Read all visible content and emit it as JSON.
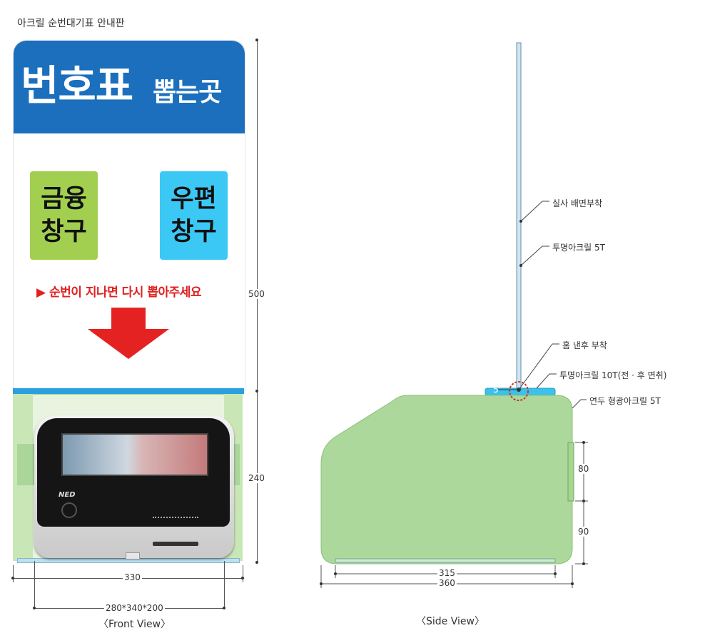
{
  "page_title": "아크릴 순번대기표 안내판",
  "front": {
    "sign_title_main": "번호표",
    "sign_title_sub": "뽑는곳",
    "windows": [
      {
        "line1": "금융",
        "line2": "창구",
        "color": "#a2cf50"
      },
      {
        "line1": "우편",
        "line2": "창구",
        "color": "#3cc8f4"
      }
    ],
    "notice": "▶ 순번이 지나면 다시 뽑아주세요",
    "header_color": "#1c6fbc",
    "arrow_color": "#e52222",
    "machine_logo": "NED",
    "dimensions": {
      "height_sign": "500",
      "height_frame": "240",
      "width_total": "330",
      "machine_size": "280*340*200"
    },
    "view_label": "〈Front View〉"
  },
  "side": {
    "callouts": {
      "print_back": "실사 배면부착",
      "clear_5t": "투명아크릴 5T",
      "groove": "홈 낸후 부착",
      "clear_10t": "투명아크릴 10T(전 · 후 면취)",
      "fluorescent": "연두 형광아크릴 5T"
    },
    "dimensions": {
      "slot_offset": "5",
      "height_80": "80",
      "height_90": "90",
      "base_315": "315",
      "base_360": "360"
    },
    "view_label": "〈Side View〉",
    "body_color": "#acd89c",
    "base_plate_color": "#3cc0ec"
  }
}
